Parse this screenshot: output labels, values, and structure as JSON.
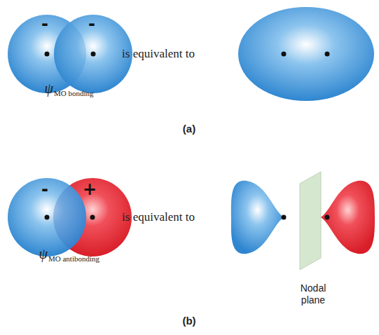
{
  "diagram": {
    "labels": [
      "-",
      "-",
      "is equivalent to",
      "ψ",
      "MO bonding",
      "(a)",
      "-",
      "+",
      "is equivalent to",
      "ψ",
      "MO antibonding",
      "Nodal plane",
      "(b)"
    ]
  }
}
